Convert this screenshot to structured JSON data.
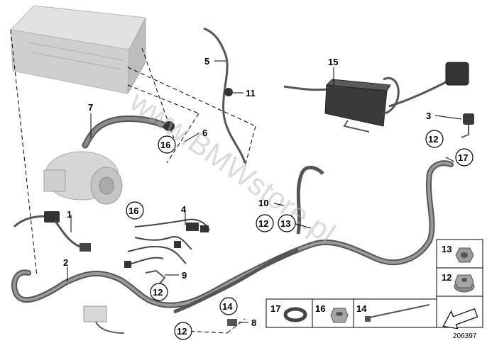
{
  "callouts": {
    "c1": "1",
    "c2": "2",
    "c3": "3",
    "c4": "4",
    "c5": "5",
    "c6": "6",
    "c7": "7",
    "c8": "8",
    "c9": "9",
    "c10": "10",
    "c11": "11",
    "c12a": "12",
    "c12b": "12",
    "c12c": "12",
    "c12d": "12",
    "c13": "13",
    "c14": "14",
    "c15": "15",
    "c16a": "16",
    "c16b": "16",
    "c17": "17"
  },
  "legend": {
    "l13": "13",
    "l12": "12",
    "l17": "17",
    "l16": "16",
    "l14": "14"
  },
  "watermark": "www.BMWstore.pl",
  "reference_number": "206397",
  "colors": {
    "line": "#000000",
    "hose": "#6b6b6b",
    "part_grey": "#cfcfcf",
    "dark_part": "#3a3a3a",
    "watermark": "#b0b0b0"
  }
}
